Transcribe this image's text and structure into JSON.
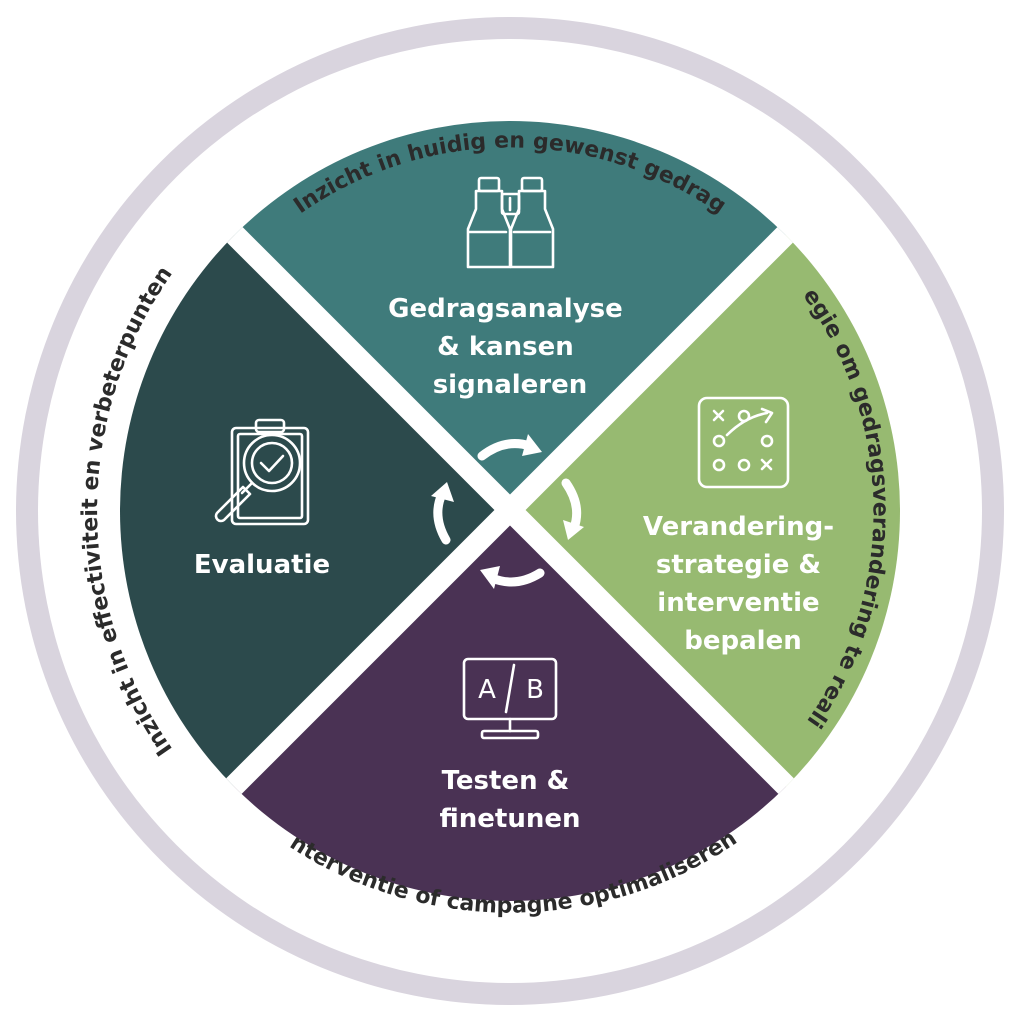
{
  "colors": {
    "outer_ring": "#d9d4de",
    "top_segment": "#3f7b7b",
    "right_segment": "#97ba71",
    "bottom_segment": "#4a3254",
    "left_segment": "#2c4a4c",
    "ring_text": "#2b2b2b",
    "arrows": "#ffffff"
  },
  "segments": {
    "top": {
      "title_lines": [
        "Gedragsanalyse",
        "& kansen",
        "signaleren"
      ],
      "icon": "binoculars-icon"
    },
    "right": {
      "title_lines": [
        "Verandering-",
        "strategie &",
        "interventie",
        "bepalen"
      ],
      "icon": "strategy-board-icon"
    },
    "bottom": {
      "title_lines": [
        "Testen &",
        "finetunen"
      ],
      "icon": "ab-test-monitor-icon",
      "icon_letters": [
        "A",
        "B"
      ]
    },
    "left": {
      "title_lines": [
        "Evaluatie"
      ],
      "icon": "clipboard-magnifier-icon"
    }
  },
  "ring_labels": {
    "top": "Inzicht in huidig en gewenst gedrag",
    "right": "Strategie om gedragsverandering te realiseren",
    "bottom": "Interventie of campagne optimaliseren",
    "left": "Inzicht in effectiviteit en verbeterpunten"
  }
}
